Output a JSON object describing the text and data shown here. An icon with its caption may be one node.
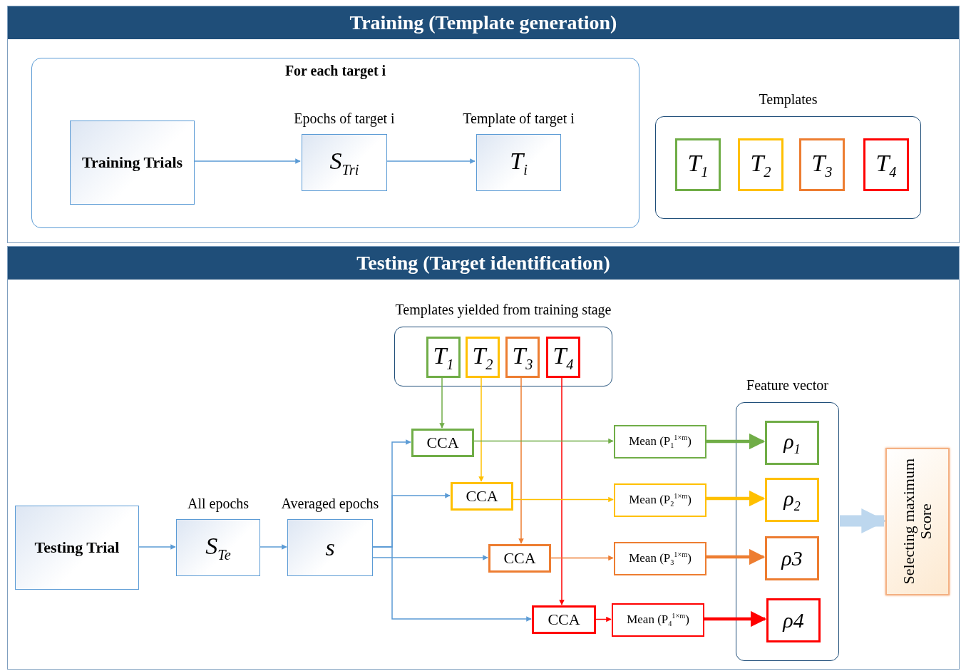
{
  "diagram": {
    "nodes": [
      {
        "text": [
          "Training (Template generation)"
        ]
      },
      {
        "text": [
          "For each target i"
        ],
        "in": 0
      },
      {
        "text": [
          "Training Trials"
        ],
        "in": 1
      },
      {
        "text": [
          "S$_{Tri}$"
        ],
        "beside": [
          "Epochs of target i"
        ],
        "in": 1
      },
      {
        "text": [
          "T$_{i}$"
        ],
        "beside": [
          "Template of target  i"
        ],
        "in": 1
      },
      {
        "text": [
          "Templates"
        ],
        "in": 0
      },
      {
        "text": [
          "T$_{1}$"
        ],
        "in": 5
      },
      {
        "text": [
          "T$_{2}$"
        ],
        "in": 5
      },
      {
        "text": [
          "T$_{3}$"
        ],
        "in": 5
      },
      {
        "text": [
          "T$_{4}$"
        ],
        "in": 5
      },
      {
        "text": [
          "Testing (Target identification)"
        ]
      },
      {
        "text": [
          "Testing Trial"
        ],
        "in": 10
      },
      {
        "text": [
          "S$_{Te}$"
        ],
        "beside": [
          "All epochs"
        ],
        "in": 10
      },
      {
        "text": [
          "s"
        ],
        "beside": [
          "Averaged epochs"
        ],
        "in": 10
      },
      {
        "text": [
          "Templates yielded from training stage"
        ],
        "in": 10
      },
      {
        "text": [
          "T$_{1}$"
        ],
        "in": 14
      },
      {
        "text": [
          "T$_{2}$"
        ],
        "in": 14
      },
      {
        "text": [
          "T$_{3}$"
        ],
        "in": 14
      },
      {
        "text": [
          "T$_{4}$"
        ],
        "in": 14
      },
      {
        "text": [
          "CCA"
        ],
        "in": 10
      },
      {
        "text": [
          "CCA"
        ],
        "in": 10
      },
      {
        "text": [
          "CCA"
        ],
        "in": 10
      },
      {
        "text": [
          "CCA"
        ],
        "in": 10
      },
      {
        "text": [
          "Mean (P$_{1}$$^{1×m}$)"
        ],
        "in": 10
      },
      {
        "text": [
          "Mean (P$_{2}$$^{1×m}$)"
        ],
        "in": 10
      },
      {
        "text": [
          "Mean (P$_{3}$$^{1×m}$)"
        ],
        "in": 10
      },
      {
        "text": [
          "Mean (P$_{4}$$^{1×m}$)"
        ],
        "in": 10
      },
      {
        "text": [
          "Feature vector"
        ],
        "in": 10
      },
      {
        "text": [
          "ρ$_{1}$"
        ],
        "in": 27
      },
      {
        "text": [
          "ρ$_{2}$"
        ],
        "in": 27
      },
      {
        "text": [
          "ρ3"
        ],
        "in": 27
      },
      {
        "text": [
          "ρ4"
        ],
        "in": 27
      },
      {
        "text": [
          "Selecting maximum Score"
        ],
        "in": 10
      }
    ],
    "edges": [
      {
        "from": 2,
        "to": 3,
        "arrow": "to"
      },
      {
        "from": 3,
        "to": 4,
        "arrow": "to"
      },
      {
        "from": 11,
        "to": 12,
        "arrow": "to"
      },
      {
        "from": 12,
        "to": 13,
        "arrow": "to"
      },
      {
        "from": 13,
        "to": 19,
        "arrow": "to"
      },
      {
        "from": 13,
        "to": 20,
        "arrow": "to"
      },
      {
        "from": 13,
        "to": 21,
        "arrow": "to"
      },
      {
        "from": 13,
        "to": 22,
        "arrow": "to"
      },
      {
        "from": 15,
        "to": 19,
        "arrow": "to",
        "color": "#70ad47"
      },
      {
        "from": 16,
        "to": 20,
        "arrow": "to",
        "color": "#ffc000"
      },
      {
        "from": 17,
        "to": 21,
        "arrow": "to",
        "color": "#ed7d31"
      },
      {
        "from": 18,
        "to": 22,
        "arrow": "to",
        "color": "#ff0000"
      },
      {
        "from": 19,
        "to": 23,
        "arrow": "to",
        "color": "#70ad47"
      },
      {
        "from": 20,
        "to": 24,
        "arrow": "to",
        "color": "#ffc000"
      },
      {
        "from": 21,
        "to": 25,
        "arrow": "to",
        "color": "#ed7d31"
      },
      {
        "from": 22,
        "to": 26,
        "arrow": "to",
        "color": "#ff0000"
      },
      {
        "from": 23,
        "to": 28,
        "arrow": "to",
        "style": "thick",
        "color": "#70ad47"
      },
      {
        "from": 24,
        "to": 29,
        "arrow": "to",
        "style": "thick",
        "color": "#ffc000"
      },
      {
        "from": 25,
        "to": 30,
        "arrow": "to",
        "style": "thick",
        "color": "#ed7d31"
      },
      {
        "from": 26,
        "to": 31,
        "arrow": "to",
        "style": "thick",
        "color": "#ff0000"
      },
      {
        "from": 27,
        "to": 32,
        "arrow": "to",
        "style": "thick",
        "color": "#bdd7ee"
      }
    ]
  }
}
